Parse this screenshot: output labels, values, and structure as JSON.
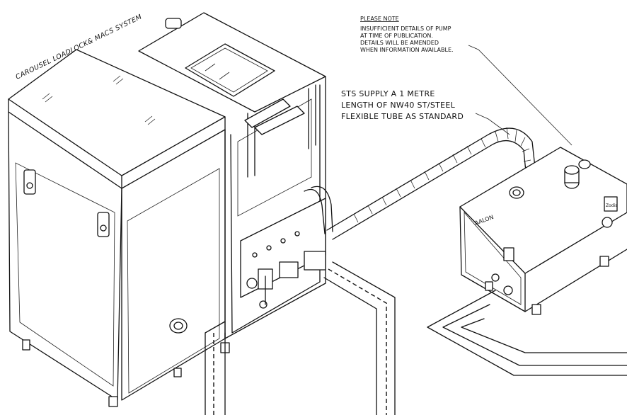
{
  "labels": {
    "system_title": "CAROUSEL LOADLOCK& MACS SYSTEM",
    "note_heading": "PLEASE NOTE",
    "note_lines": [
      "INSUFFICIENT DETAILS OF PUMP",
      "AT TIME OF PUBLICATION.",
      "DETAILS WILL BE AMENDED",
      "WHEN INFORMATION AVAILABLE."
    ],
    "supply_lines": [
      "STS SUPPLY A 1 METRE",
      "LENGTH OF NW40 ST/STEEL",
      "FLEXIBLE TUBE AS STANDARD"
    ],
    "pump_brand": "AALON",
    "pump_logo": "Zodis"
  },
  "colors": {
    "ink": "#111111",
    "paper": "#ffffff"
  }
}
